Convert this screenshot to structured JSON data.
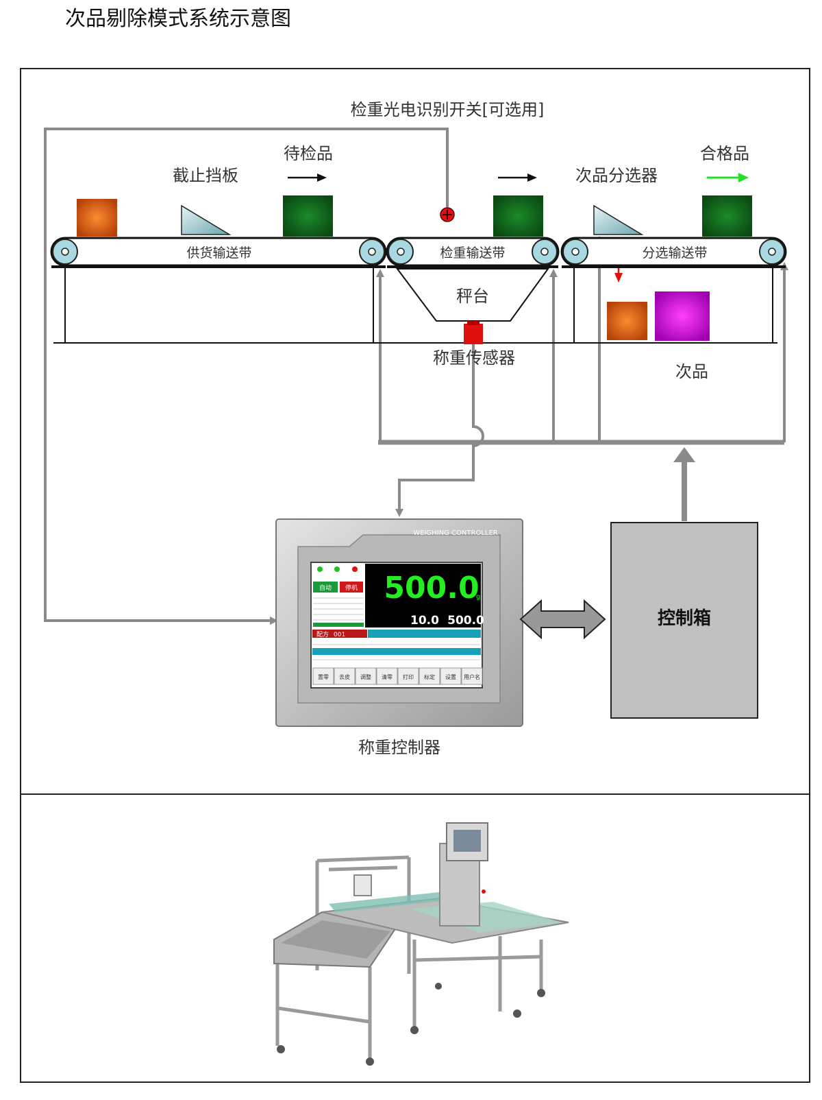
{
  "title": "次品剔除模式系统示意图",
  "labels": {
    "photoelectric_switch": "检重光电识别开关[可选用]",
    "pending_product": "待检品",
    "stop_baffle": "截止挡板",
    "reject_sorter": "次品分选器",
    "qualified_product": "合格品",
    "supply_conveyor": "供货输送带",
    "weigh_conveyor": "检重输送带",
    "sort_conveyor": "分选输送带",
    "scale_platform": "秤台",
    "load_cell": "称重传感器",
    "rejected_product": "次品",
    "weighing_controller": "称重控制器",
    "control_box": "控制箱"
  },
  "controller_screen": {
    "brand": "WEIGHING CONTROLLER",
    "btn_auto": "自动",
    "btn_stop": "停机",
    "main_weight": "500.0",
    "unit": "g",
    "sub_value_1": "10.0",
    "sub_value_2": "500.0",
    "recipe_label": "配方",
    "recipe_no": "001",
    "bottom_buttons": [
      "置零",
      "去皮",
      "调整",
      "清零",
      "打印",
      "标定",
      "设置",
      "用户名"
    ]
  },
  "colors": {
    "orange_product": "#d85a10",
    "green_product": "#0f6a1a",
    "magenta_product": "#d010d8",
    "line_gray": "#8a8a8a",
    "control_box_fill": "#c0c0c0"
  }
}
